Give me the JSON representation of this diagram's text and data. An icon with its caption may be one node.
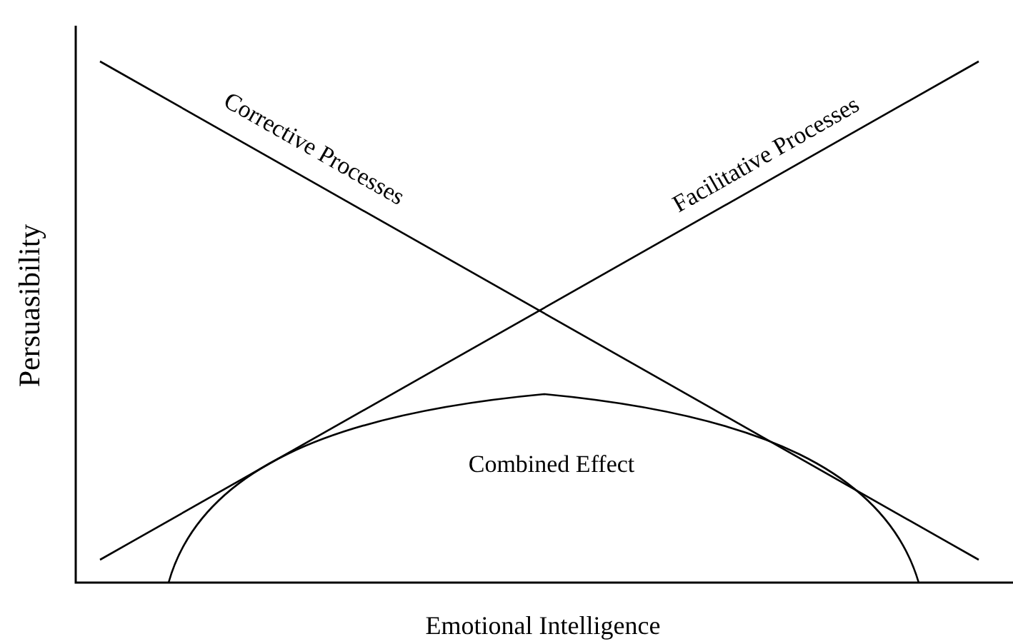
{
  "diagram": {
    "labels": [
      "Corrective Processes",
      "Facilitative Processes",
      "Combined Effect",
      "Persuasibility",
      "Emotional Intelligence"
    ]
  }
}
